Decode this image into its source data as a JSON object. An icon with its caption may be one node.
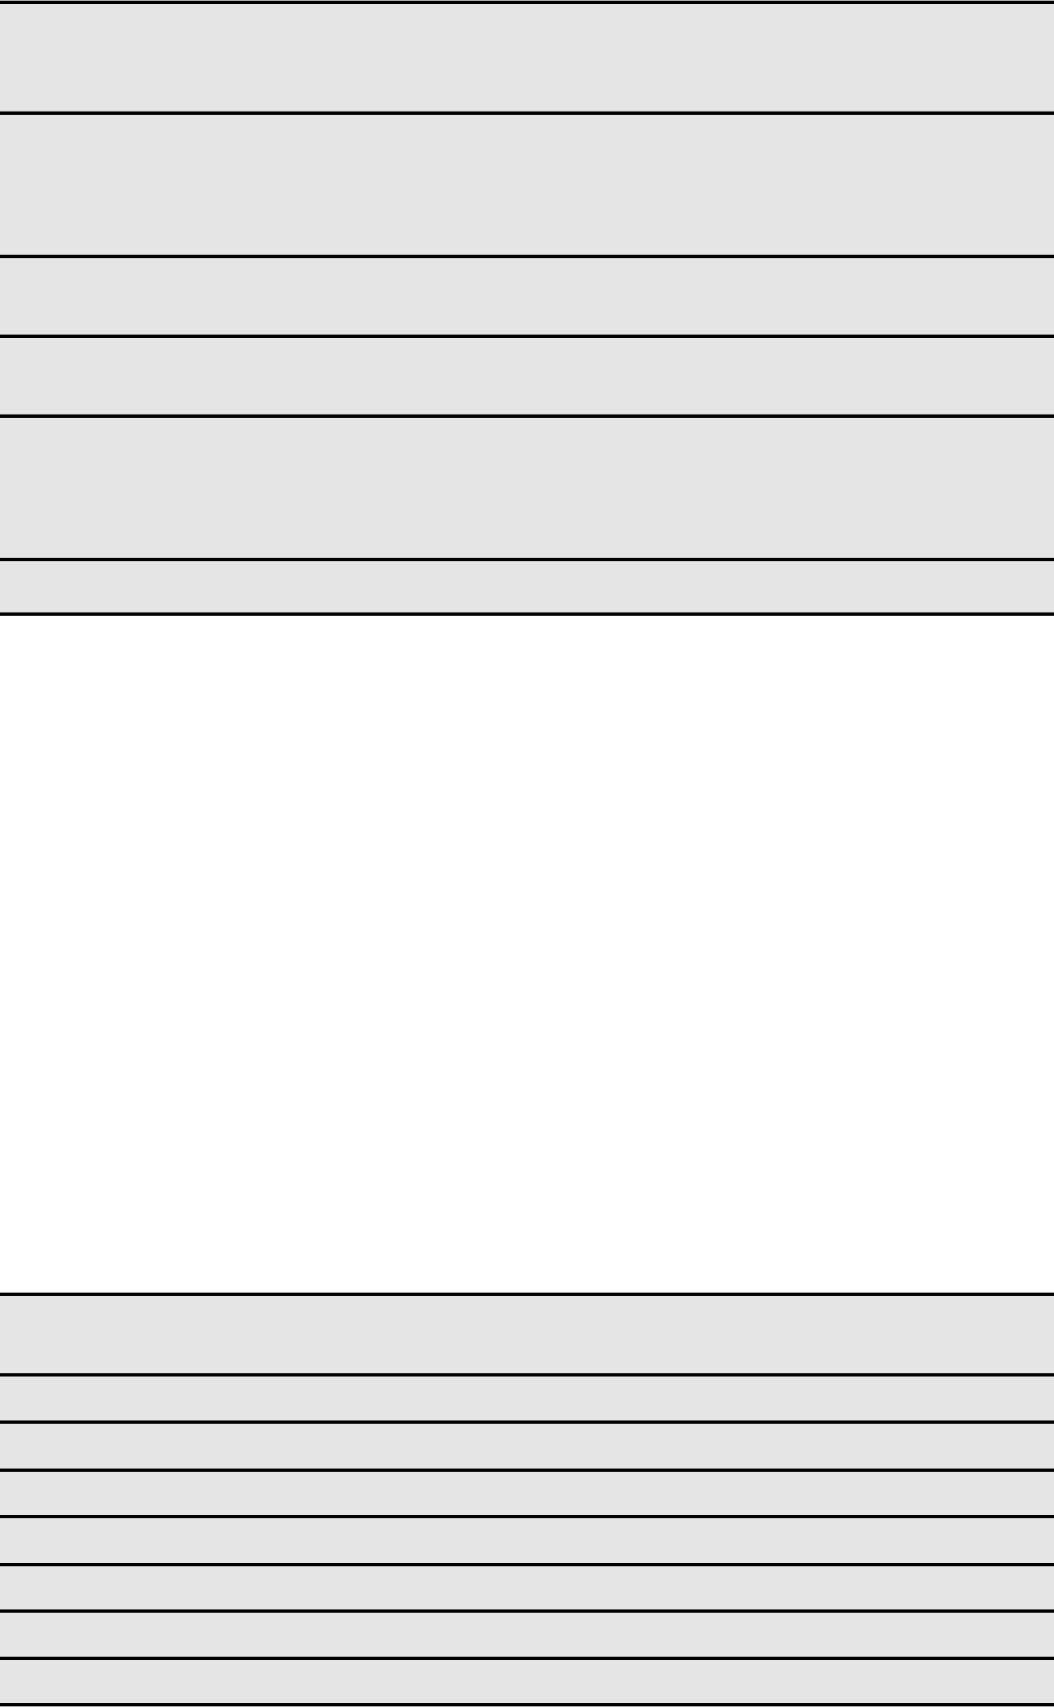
{
  "diagram": {
    "nodes": [
      {
        "text": [],
        "shape": "bar"
      },
      {
        "text": [],
        "shape": "bar"
      },
      {
        "text": [],
        "shape": "bar"
      },
      {
        "text": [],
        "shape": "bar"
      },
      {
        "text": [],
        "shape": "bar"
      },
      {
        "text": [],
        "shape": "bar"
      },
      {
        "text": [],
        "shape": "bar"
      },
      {
        "text": [],
        "shape": "bar"
      },
      {
        "text": [],
        "shape": "bar"
      },
      {
        "text": [],
        "shape": "bar"
      },
      {
        "text": [],
        "shape": "bar"
      },
      {
        "text": [],
        "shape": "bar"
      },
      {
        "text": [],
        "shape": "bar"
      },
      {
        "text": [],
        "shape": "bar"
      }
    ]
  }
}
